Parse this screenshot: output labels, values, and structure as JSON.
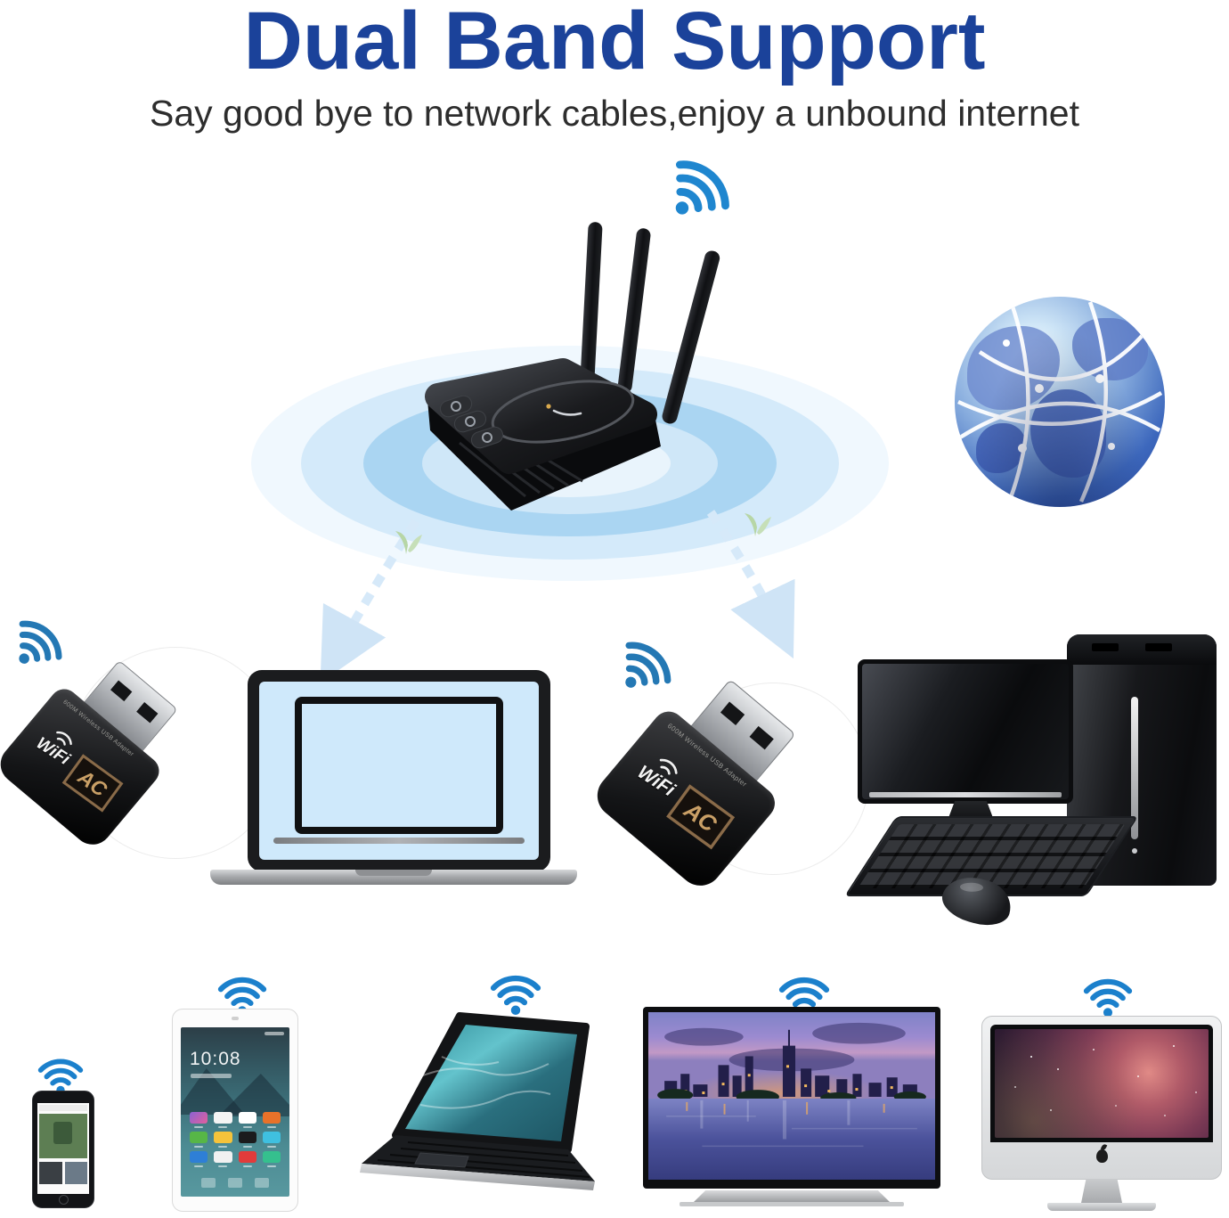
{
  "header": {
    "title": "Dual Band Support",
    "subtitle": "Say good bye to network cables,enjoy a unbound internet"
  },
  "router": {
    "description": "dual-band wireless router broadcasting signal",
    "antenna_count": 3
  },
  "internet_globe": {
    "description": "internet globe with network links"
  },
  "usb_adapter": {
    "wifi_label": "WiFi",
    "ac_label": "AC",
    "model_text": "600M Wireless USB Adapter"
  },
  "tablet": {
    "clock": "10:08"
  },
  "connected_devices": [
    "usb-wifi-adapter",
    "laptop",
    "usb-wifi-adapter",
    "desktop-pc",
    "smartphone",
    "tablet",
    "notebook",
    "smart-tv",
    "imac"
  ],
  "colors": {
    "title_blue": "#1b429a",
    "subtitle_gray": "#2d2d2d",
    "wifi_icon_blue": "#1b80cc",
    "arrow_light_blue": "#d6e9f9",
    "ripple_blue": "#aad5f2",
    "laptop_screen_blue": "#cfe9fb",
    "ac_badge_bronze": "#c99f66"
  }
}
